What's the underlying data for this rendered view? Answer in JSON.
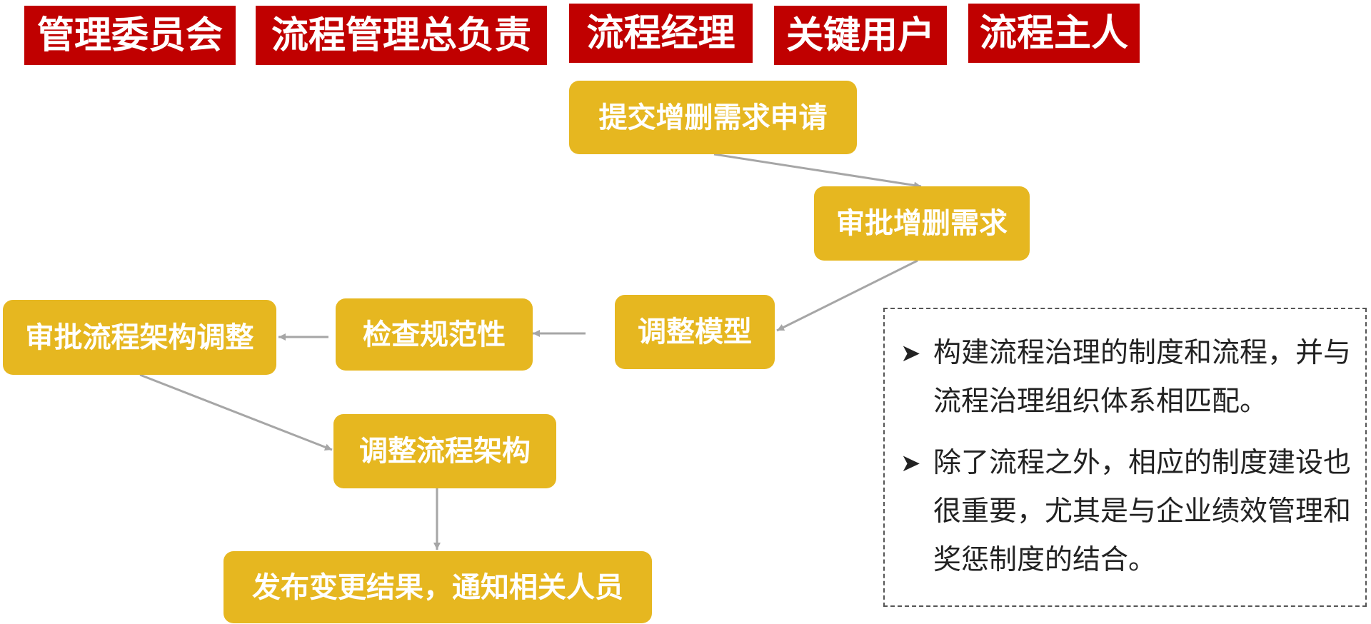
{
  "roles": [
    "管理委员会",
    "流程管理总负责",
    "流程经理",
    "关键用户",
    "流程主人"
  ],
  "steps": {
    "submit": "提交增删需求申请",
    "approve_request": "审批增删需求",
    "adjust_model": "调整模型",
    "check_standard": "检查规范性",
    "approve_architecture": "审批流程架构调整",
    "adjust_architecture": "调整流程架构",
    "publish": "发布变更结果，通知相关人员"
  },
  "notes": {
    "bullet_icon": "arrowhead-bullet-icon",
    "items": [
      "构建流程治理的制度和流程，并与流程治理组织体系相匹配。",
      "除了流程之外，相应的制度建设也很重要，尤其是与企业绩效管理和奖惩制度的结合。"
    ]
  },
  "colors": {
    "role_bg": "#c00000",
    "step_bg": "#e6b720",
    "arrow": "#a6a6a6",
    "text_light": "#ffffff",
    "text_dark": "#222222"
  }
}
